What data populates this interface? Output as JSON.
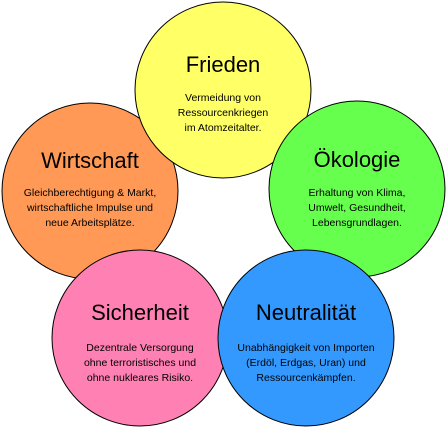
{
  "circles": {
    "frieden": {
      "title": "Frieden",
      "lines": [
        "Vermeidung von",
        "Ressourcenkriegen",
        "im Atomzeitalter."
      ],
      "color": "#ffff66"
    },
    "oekologie": {
      "title": "Ökologie",
      "lines": [
        "Erhaltung von Klima,",
        "Umwelt, Gesundheit,",
        "Lebensgrundlagen."
      ],
      "color": "#66ff4d"
    },
    "neutralitaet": {
      "title": "Neutralität",
      "lines": [
        "Unabhängigkeit von Importen",
        "(Erdöl, Erdgas, Uran) und",
        "Ressourcenkämpfen."
      ],
      "color": "#3399ff"
    },
    "sicherheit": {
      "title": "Sicherheit",
      "lines": [
        "Dezentrale Versorgung",
        "ohne terroristisches und",
        "ohne nukleares Risiko."
      ],
      "color": "#ff80b3"
    },
    "wirtschaft": {
      "title": "Wirtschaft",
      "lines": [
        "Gleichberechtigung & Markt,",
        "wirtschaftliche Impulse und",
        "neue Arbeitsplätze."
      ],
      "color": "#ff9955"
    }
  }
}
